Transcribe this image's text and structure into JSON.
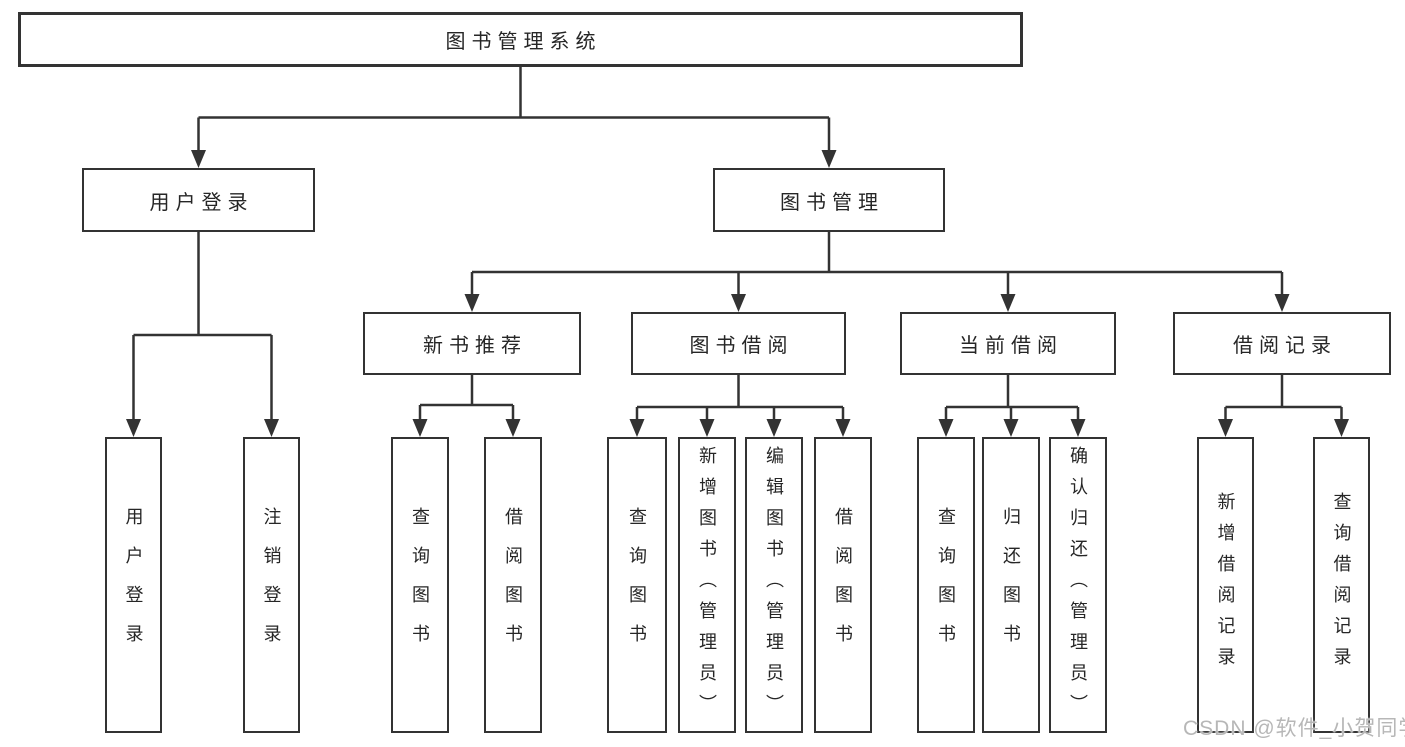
{
  "tree": {
    "label": "图书管理系统",
    "children": [
      {
        "label": "用户登录",
        "children": [
          {
            "label": "用户登录"
          },
          {
            "label": "注销登录"
          }
        ]
      },
      {
        "label": "图书管理",
        "children": [
          {
            "label": "新书推荐",
            "children": [
              {
                "label": "查询图书"
              },
              {
                "label": "借阅图书"
              }
            ]
          },
          {
            "label": "图书借阅",
            "children": [
              {
                "label": "查询图书"
              },
              {
                "label": "新增图书（管理员）"
              },
              {
                "label": "编辑图书（管理员）"
              },
              {
                "label": "借阅图书"
              }
            ]
          },
          {
            "label": "当前借阅",
            "children": [
              {
                "label": "查询图书"
              },
              {
                "label": "归还图书"
              },
              {
                "label": "确认归还（管理员）"
              }
            ]
          },
          {
            "label": "借阅记录",
            "children": [
              {
                "label": "新增借阅记录"
              },
              {
                "label": "查询借阅记录"
              }
            ]
          }
        ]
      }
    ]
  },
  "watermark": {
    "text": "CSDN @软件_小贺同学"
  },
  "colors": {
    "line": "#333333",
    "box_border": "#333333",
    "text": "#262626",
    "watermark": "#b7b7b7",
    "background": "#ffffff"
  }
}
